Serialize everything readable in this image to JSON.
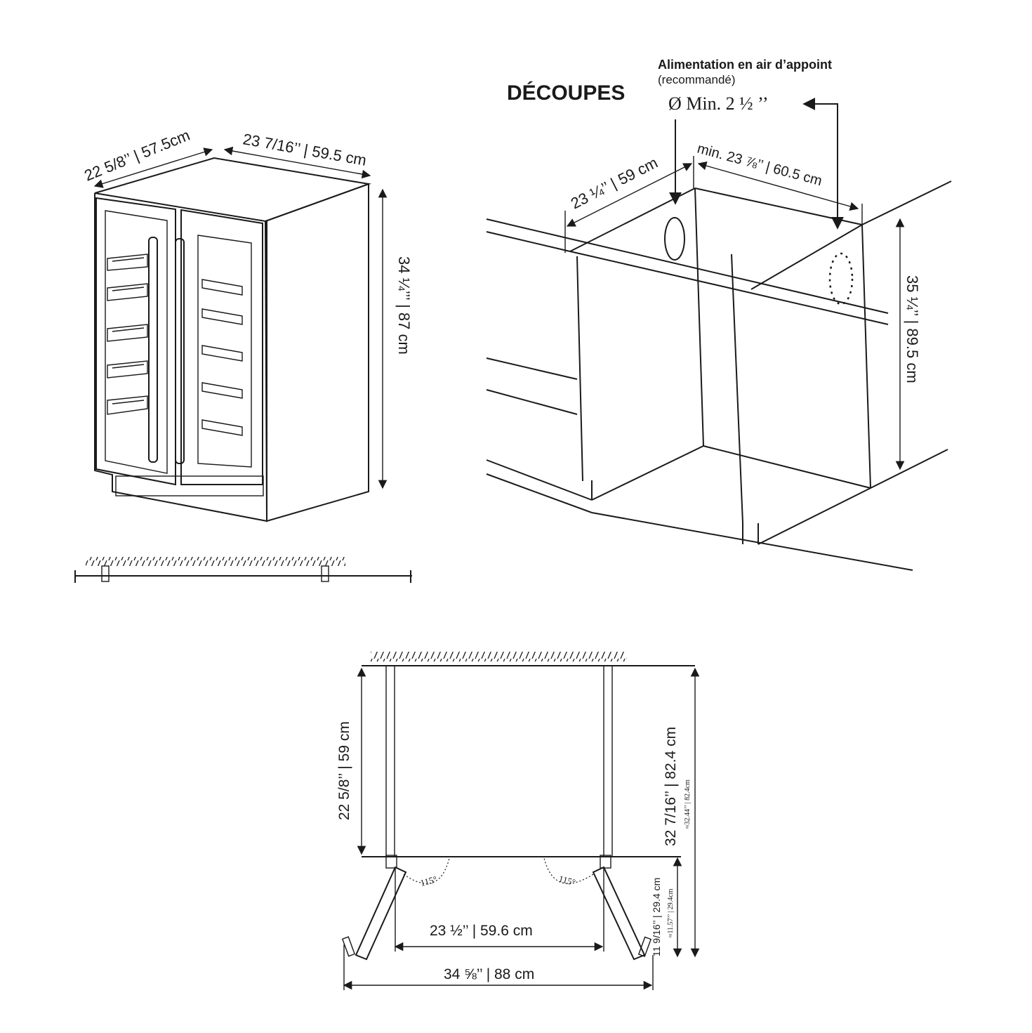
{
  "cabinet_view": {
    "depth_label": "22 5/8’’ | 57.5cm",
    "width_label": "23 7/16’’ | 59.5 cm",
    "height_label": "34 ¼’’’ | 87 cm"
  },
  "cutout_view": {
    "title": "DÉCOUPES",
    "air_title": "Alimentation en air d’appoint",
    "air_subtitle": "(recommandé)",
    "hole_label": "Ø  Min. 2 ½ ’’",
    "depth_label": "23 ¼’’ | 59 cm",
    "width_label": "min. 23 ⅞’’ | 60.5 cm",
    "height_label": "35 ¼’’ | 89.5 cm"
  },
  "plan_view": {
    "depth_label": "22 5/8’’ | 59 cm",
    "total_depth_label": "32 7/16’’ | 82.4 cm",
    "total_depth_small": "≈32.44’’ | 82.4cm",
    "door_depth_label": "11 9/16’’ | 29.4 cm",
    "door_depth_small": "≈11.57’’ | 29.4cm",
    "inner_width_label": "23 ½’’ | 59.6 cm",
    "total_width_label": "34 ⅝’’ | 88 cm",
    "angle_left": "115°",
    "angle_right": "115°"
  }
}
